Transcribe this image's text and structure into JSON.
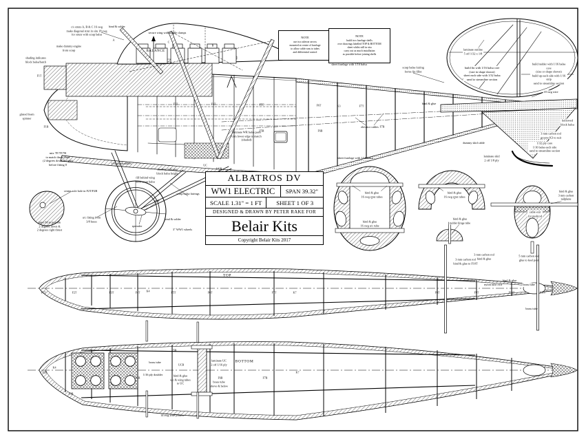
{
  "title_block": {
    "name": "ALBATROS DV",
    "type": "WW1 ELECTRIC",
    "span": "SPAN 39.32\"",
    "scale": "SCALE 1.31\" = 1 FT",
    "sheet": "SHEET 1 OF 3",
    "designed": "DESIGNED & DRAWN BY PETER RAKE FOR",
    "brand": "Belair Kits",
    "copyright": "Copyright Belair Kits 2017"
  },
  "notes": {
    "note1": {
      "heading": "NOTE",
      "body": "use two aileron servos\nmounted at centre of fuselage\nto allow cable runs to tubes\nand differential control"
    },
    "note2": {
      "heading": "NOTE",
      "body": "build two fuselage shells\nover drawings labelled TOP & BOTTOM\nsheet whilst still in situ\ncarry out as much installation\nas possible before joining shells"
    }
  },
  "labels": {
    "strut_note": "c/s struts A, B & C 16 swg\nmake diagonal strut in situ 18 swg\nfor struts with scrap balsa",
    "bind_solder": "bind & solder",
    "saddle_clamps": "secure wing with saddle clamps",
    "dummy_engine": "make dummy engine\nfrom scrap",
    "shading_hatch": "shading indicates\nblock balsa/hatch",
    "balance": "BALANCE",
    "glazed_spinner": "glazed foam\nspinner",
    "sheet_16": "sheet fuselage with 1/16 balsa",
    "scrap_fin": "scrap balsa fairing\nforms fin fillet",
    "laminate_outline": "laminate outline\n5 off 1/32 x 1/8",
    "fin_core": "build fin with 1/16 balsa core\n(size in shape shown)\nsheet each side with 1/32 balsa\nsand to streamline section",
    "rudder_core": "build rudder with 1/16 balsa core\n(size or shape shown)\nbuild up each side with 1/16 strip\nsand to streamline section",
    "wire18": "18 swg wire",
    "hollow_block": "hollowed\nblock balsa",
    "carbon_groove": "3 mm carbon rod\ngroove K3 to suit",
    "ply_core": "1/32 ply core\n1/16 balsa each side\nsand to streamline section",
    "tail_skid": "laminate skid\n2 off 1/8 ply",
    "dummy_skid": "dummy skid cable",
    "elevator_cables": "elevator cables",
    "bind_glue": "bind & glue",
    "laminate_wr": "laminate WR balsa parts\ntrim lower edge to match\n(shaded)",
    "uc": "UC",
    "ucb": "UCB",
    "mix_thrust": "mix 7F/7F/7B\nto match thrust lines\n(2 degrees down & right)\nbefore fitting 8",
    "ply_doublers": "1/16 ply doublers",
    "shading_height": "shading indicates\nblock balsa height",
    "fill_scrap": "fill behind wing\nwith scrap balsa",
    "centre_hole": "centre axle hole in F2T/F2B",
    "taper_thrust": "taper 8d to provide\n2 degrees down &\n2 degrees right thrust",
    "uc_fitting": "u/c fitting from\n3/8 brass",
    "axle": "axle",
    "spreader": "spreader",
    "wheels": "3\" WW1 wheels",
    "scrap_fairings": "scrap balsa fairings",
    "strut_a": "A",
    "strut_b": "B",
    "strut_c": "C",
    "cs_strut_tubes": "bind & glue\n16 swg strut tubes",
    "cs_uc_tube": "bind & glue\n16 swg u/c tube",
    "cs_rudder_tube": "bind & glue\nrudder hinge tube",
    "carbon_bind": "3 mm carbon rod\nbind & glue",
    "cs_tailplane": "bind & glue\n3 mm carbon\ntailplane",
    "cable_exit": "cable exit\nfor pushrod",
    "top": "TOP",
    "bottom": "BOTTOM",
    "carbon3_f10t": "3 mm carbon rod\nbind & glue to F10T",
    "carbon5_keel": "5 mm carbon rod\nglue to keel post",
    "nylon_exit": "nylon tube exit",
    "brass_tube": "brass tube",
    "ply_doubler": "1/16 ply doubler",
    "glue_uc": "bind & glue\nu/c & wing tubes\nto UC",
    "laminate_uc": "laminate UC\n2 off 1/16 ply",
    "brass_above": "brass tube\nabove & below",
    "wire_joiners": "14 swg wire joiners",
    "f1t": "F1T",
    "f2t": "F2T",
    "f3t": "F3T",
    "f4t": "F4T",
    "f5t": "F5T",
    "f6t": "F6T",
    "f7t": "F7T",
    "f8t": "F8T",
    "f9t": "F9T",
    "f10t": "F10T",
    "f11t": "F11T",
    "f1b": "F1B",
    "f2b": "F2B",
    "f3b": "F3B",
    "f4b": "F4B",
    "f5b": "F5B",
    "f6b": "F6B",
    "f7b": "F7B",
    "k3": "K3",
    "k4": "K4",
    "k7": "K7"
  }
}
